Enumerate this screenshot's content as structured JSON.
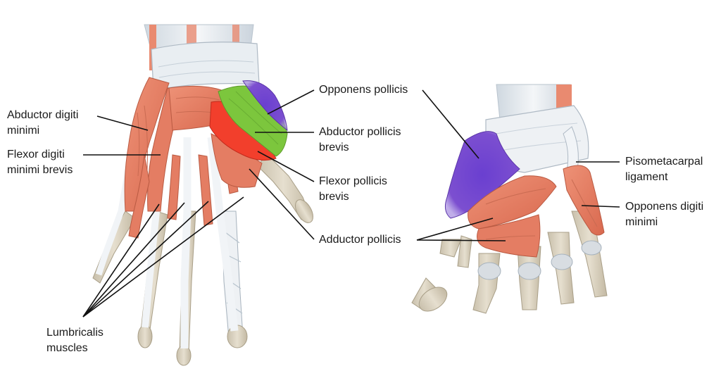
{
  "labels": {
    "abductor_digiti_minimi": {
      "line1": "Abductor digiti",
      "line2": "minimi"
    },
    "flexor_digiti_minimi_brevis": {
      "line1": "Flexor digiti",
      "line2": "minimi brevis"
    },
    "lumbricalis": {
      "line1": "Lumbricalis",
      "line2": "muscles"
    },
    "opponens_pollicis": {
      "line1": "Opponens pollicis"
    },
    "abductor_pollicis_brevis": {
      "line1": "Abductor pollicis",
      "line2": "brevis"
    },
    "flexor_pollicis_brevis": {
      "line1": "Flexor pollicis",
      "line2": "brevis"
    },
    "adductor_pollicis": {
      "line1": "Adductor pollicis"
    },
    "pisometacarpal": {
      "line1": "Pisometacarpal",
      "line2": "ligament"
    },
    "opponens_digiti_minimi": {
      "line1": "Opponens digiti",
      "line2": "minimi"
    }
  },
  "colors": {
    "muscle": "#e9866b",
    "muscle_dark": "#d2664c",
    "muscle_light": "#f2a88f",
    "tendon": "#eef1f4",
    "tendon_shade": "#c9d3dc",
    "bone": "#ddd5c3",
    "bone_shade": "#b8ae98",
    "opponens_pollicis": "#7c4fd0",
    "abductor_pollicis_brevis": "#7cc63d",
    "flexor_pollicis_brevis": "#f23f2c",
    "leader_line": "#111111"
  }
}
